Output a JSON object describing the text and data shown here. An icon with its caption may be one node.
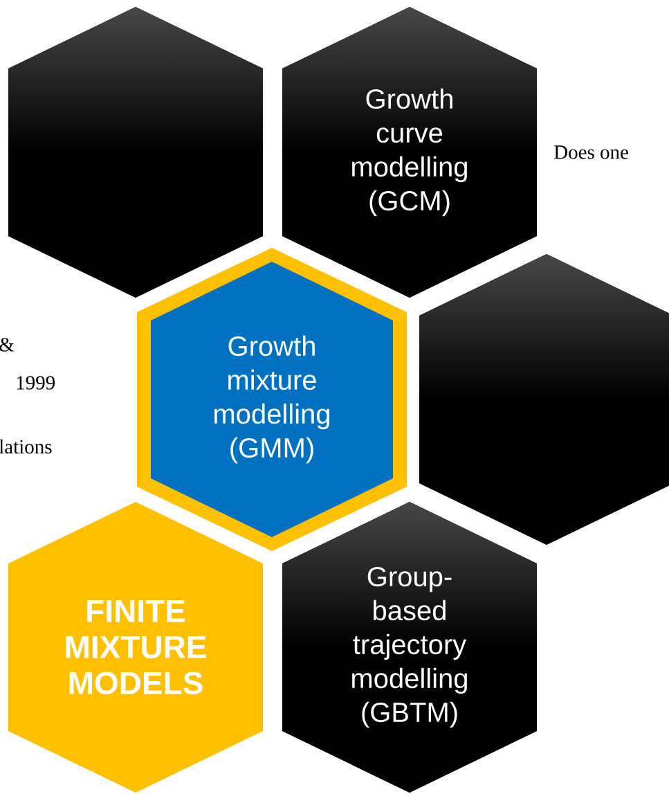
{
  "diagram": {
    "nodes": [
      {
        "text": [],
        "shape": "hexagon"
      },
      {
        "text": [
          "Growth curve modelling (GCM)"
        ]
      },
      {
        "text": [
          "Growth mixture modelling (GMM)"
        ]
      },
      {
        "text": [],
        "shape": "hexagon"
      },
      {
        "text": [
          "FINITE MIXTURE MODELS"
        ]
      },
      {
        "text": [
          "Group-based trajectory modelling (GBTM)"
        ]
      }
    ],
    "labels": [
      "Does one",
      "&",
      "1999",
      "lations"
    ]
  }
}
